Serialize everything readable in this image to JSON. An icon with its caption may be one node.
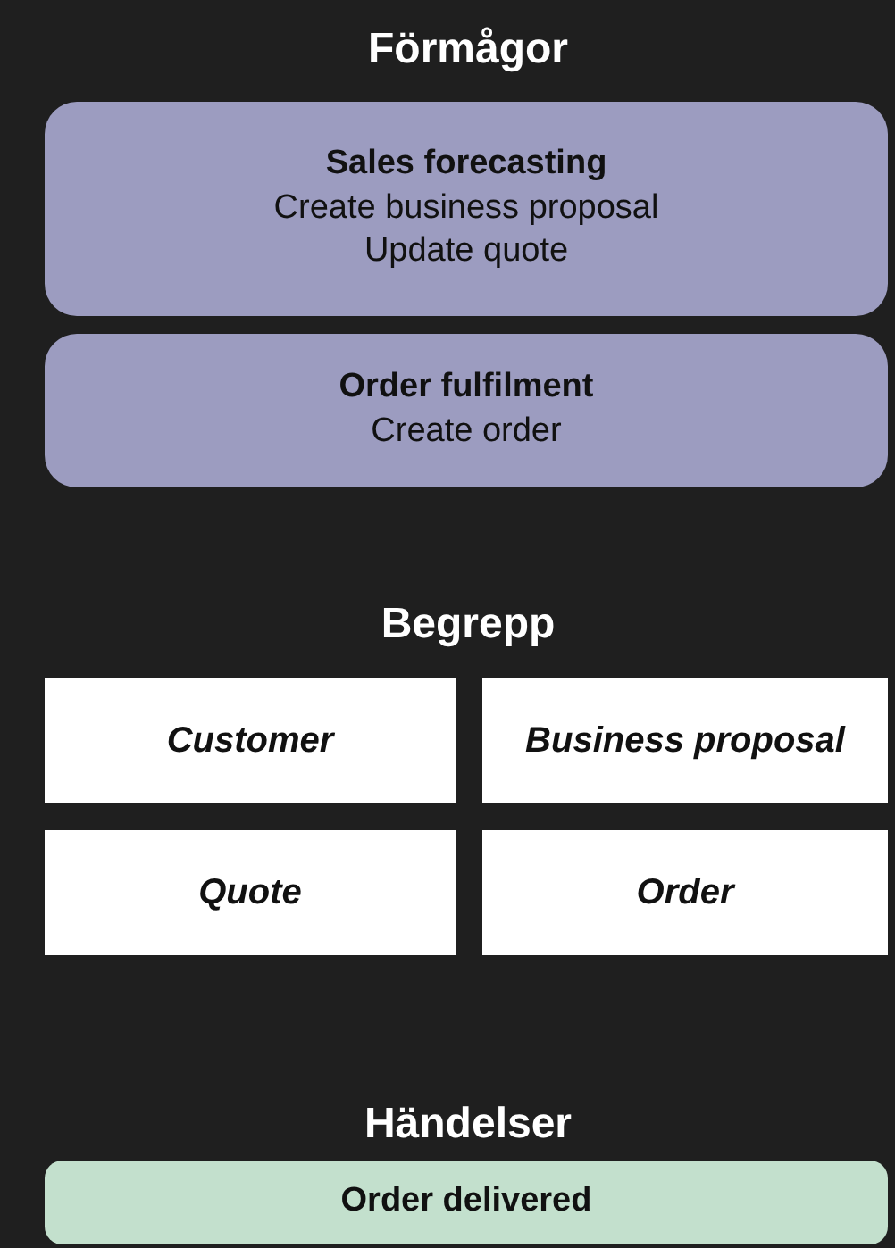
{
  "diagram": {
    "nodes": [
      {
        "text": [
          "Sales forecasting",
          "Create business proposal",
          "Update quote"
        ]
      },
      {
        "text": [
          "Order fulfilment",
          "Create order"
        ]
      },
      {
        "text": [
          "Customer"
        ]
      },
      {
        "text": [
          "Business proposal"
        ]
      },
      {
        "text": [
          "Quote"
        ]
      },
      {
        "text": [
          "Order"
        ]
      },
      {
        "text": [
          "Order delivered"
        ]
      }
    ],
    "labels": [
      "Förmågor",
      "Begrepp",
      "Händelser"
    ]
  }
}
